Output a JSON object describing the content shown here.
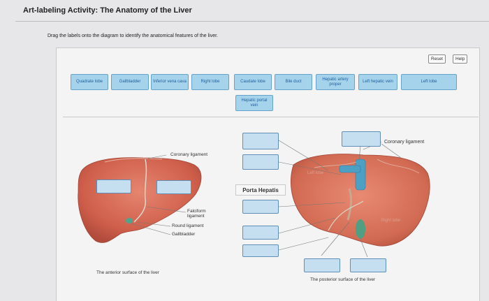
{
  "title": "Art-labeling Activity: The Anatomy of the Liver",
  "instructions": "Drag the labels onto the diagram to identify the anatomical features of the liver.",
  "buttons": {
    "reset": "Reset",
    "help": "Help"
  },
  "labels": [
    "Quadrate lobe",
    "Gallbladder",
    "Inferior vena cava",
    "Right lobe",
    "Caudate lobe",
    "Bile duct",
    "Hepatic artery proper",
    "Left hepatic vein",
    "Left lobe",
    "Hepatic portal vein"
  ],
  "anterior": {
    "coronary": "Coronary ligament",
    "falciform": "Falciform ligament",
    "round": "Round ligament",
    "gallbladder": "Gallbladder",
    "caption": "The anterior surface of the liver"
  },
  "center": {
    "porta": "Porta Hepatis"
  },
  "posterior": {
    "coronary": "Coronary ligament",
    "left_lobe": "Left lobe",
    "right_lobe": "Right lobe",
    "caption": "The posterior surface of the liver"
  }
}
